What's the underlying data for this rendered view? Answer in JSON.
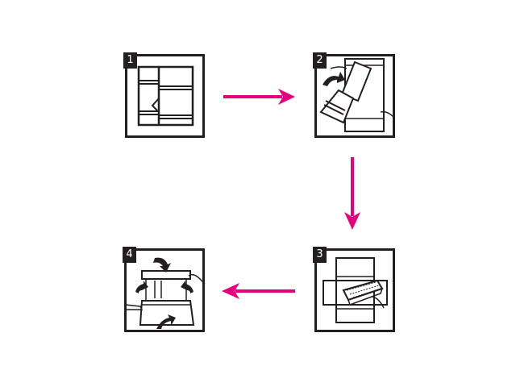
{
  "steps": [
    {
      "number": "1"
    },
    {
      "number": "2"
    },
    {
      "number": "3"
    },
    {
      "number": "4"
    }
  ],
  "colors": {
    "arrow": "#e5007e",
    "line": "#231f20"
  }
}
